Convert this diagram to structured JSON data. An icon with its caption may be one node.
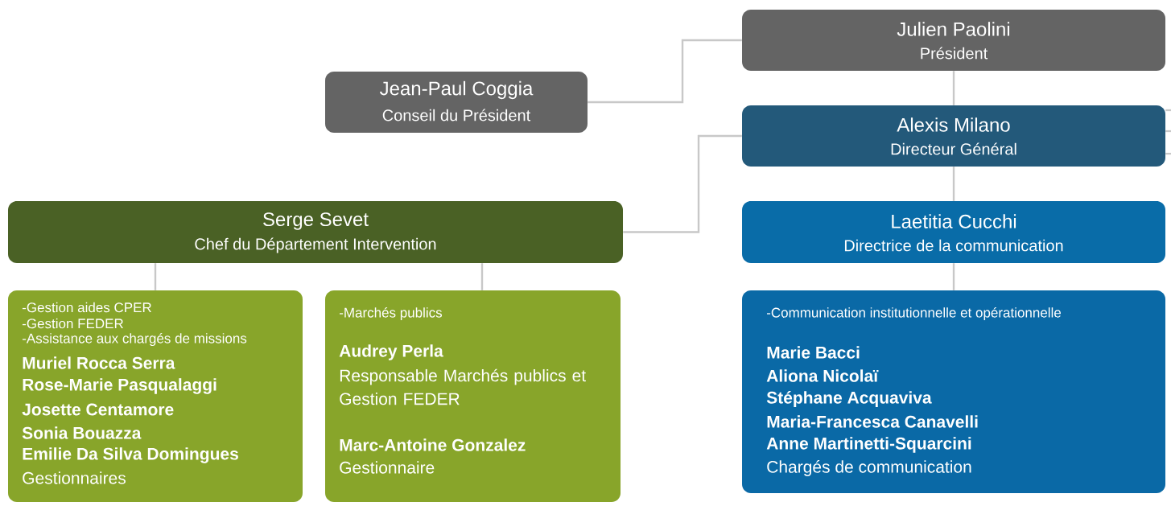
{
  "diagram": {
    "nodes": [
      {
        "text": [
          "Julien Paolini",
          "Président"
        ]
      },
      {
        "text": [
          "Jean-Paul Coggia",
          "Conseil du Président"
        ]
      },
      {
        "text": [
          "Alexis Milano",
          "Directeur Général"
        ]
      },
      {
        "text": [
          "Serge Sevet",
          "Chef du Département Intervention"
        ]
      },
      {
        "text": [
          "Laetitia Cucchi",
          "Directrice de la communication"
        ]
      },
      {
        "text": [
          "-Gestion aides CPER",
          "-Gestion FEDER",
          "-Assistance aux chargés de missions",
          "Muriel Rocca Serra",
          "Rose-Marie Pasqualaggi",
          "Josette Centamore",
          "Sonia Bouazza",
          "Emilie Da Silva Domingues",
          "Gestionnaires"
        ]
      },
      {
        "text": [
          "-Marchés publics",
          "Audrey Perla",
          "Responsable Marchés publics et Gestion FEDER",
          "Marc-Antoine Gonzalez",
          "Gestionnaire"
        ]
      },
      {
        "text": [
          "-Communication institutionnelle et opérationnelle",
          "Marie Bacci",
          "Aliona Nicolaï",
          "Stéphane Acquaviva",
          "Maria-Francesca Canavelli",
          "Anne Martinetti-Squarcini",
          "Chargés de communication"
        ]
      }
    ],
    "edges": [
      {
        "from": 1,
        "to": 0,
        "arrow": "none"
      },
      {
        "from": 0,
        "to": 2,
        "arrow": "none"
      },
      {
        "from": 2,
        "to": 3,
        "arrow": "none"
      },
      {
        "from": 2,
        "to": 4,
        "arrow": "none"
      },
      {
        "from": 3,
        "to": 5,
        "arrow": "none"
      },
      {
        "from": 3,
        "to": 6,
        "arrow": "none"
      },
      {
        "from": 4,
        "to": 7,
        "arrow": "none"
      },
      {
        "from": 2,
        "to": null,
        "arrow": "none"
      },
      {
        "from": 2,
        "to": null,
        "arrow": "none"
      },
      {
        "from": 2,
        "to": null,
        "arrow": "none"
      }
    ]
  }
}
